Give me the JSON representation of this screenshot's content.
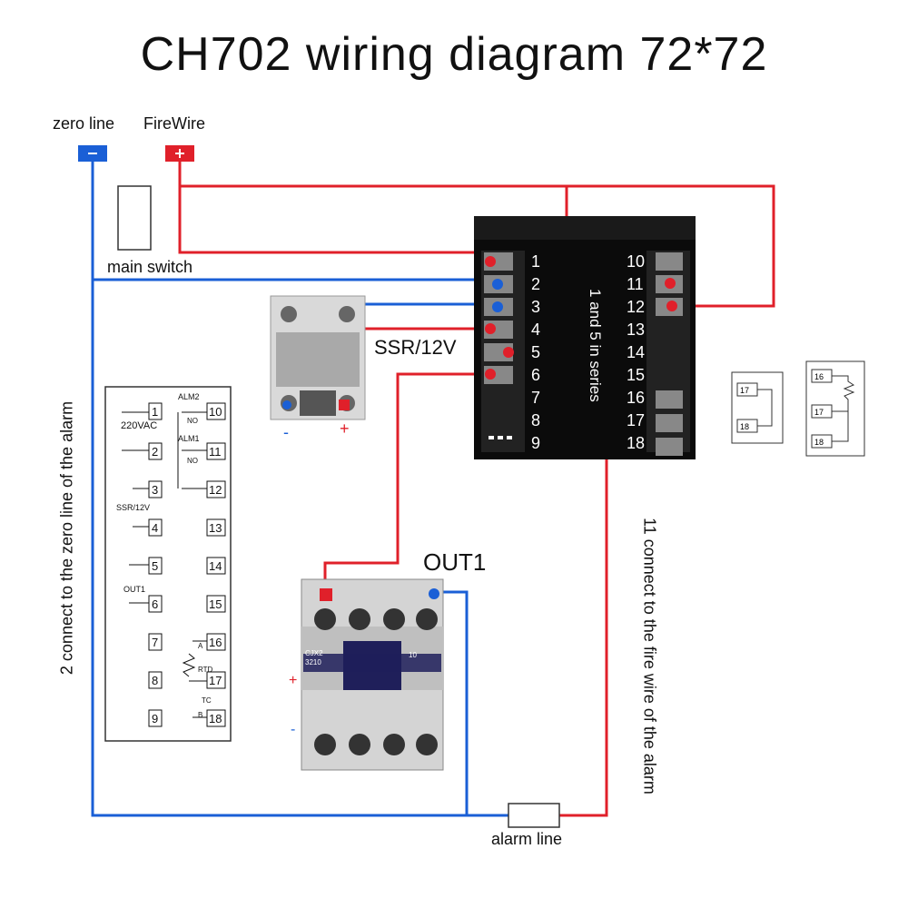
{
  "title": "CH702 wiring diagram 72*72",
  "labels": {
    "zero_line": "zero line",
    "firewire": "FireWire",
    "main_switch": "main switch",
    "ssr": "SSR/12V",
    "series_note": "1 and 5 in series",
    "out1": "OUT1",
    "left_vertical": "2 connect to the zero line of the alarm",
    "right_vertical": "11 connect to the fire wire of the alarm",
    "alarm_line": "alarm line",
    "minus_sign": "-",
    "plus_sign": "+"
  },
  "controller": {
    "left_terminals": [
      "1",
      "2",
      "3",
      "4",
      "5",
      "6",
      "7",
      "8",
      "9"
    ],
    "right_terminals": [
      "10",
      "11",
      "12",
      "13",
      "14",
      "15",
      "16",
      "17",
      "18"
    ]
  },
  "schematic": {
    "voltage": "220VAC",
    "alm2": "ALM2",
    "alm1": "ALM1",
    "no": "NO",
    "ssr": "SSR/12V",
    "out1": "OUT1",
    "left_terms": [
      "1",
      "2",
      "3",
      "4",
      "5",
      "6",
      "7",
      "8",
      "9"
    ],
    "right_terms": [
      "10",
      "11",
      "12",
      "13",
      "14",
      "15",
      "16",
      "17",
      "18"
    ],
    "rtd": "RTD",
    "tc": "TC",
    "a": "A",
    "b": "B"
  },
  "sensor_boxes": {
    "two_wire": [
      "17",
      "18"
    ],
    "three_wire": [
      "16",
      "17",
      "18"
    ]
  },
  "contactor": {
    "model": "CJX2",
    "model_num": "3210",
    "code": "10"
  },
  "colors": {
    "red_wire": "#e0202a",
    "blue_wire": "#1a5fd6",
    "controller_body": "#111111"
  }
}
